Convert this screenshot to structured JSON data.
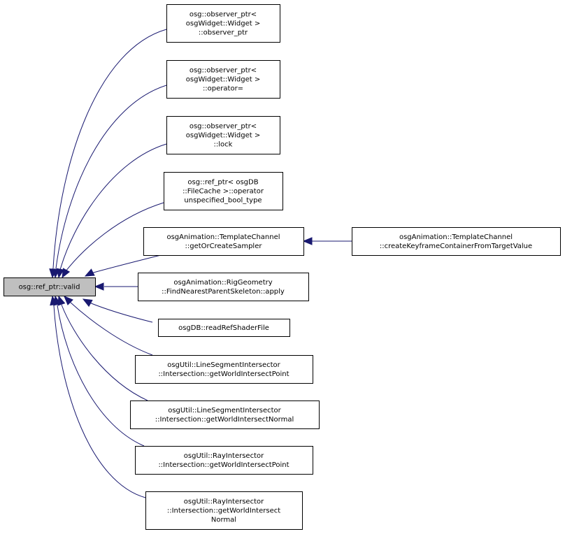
{
  "diagram": {
    "type": "caller-graph",
    "colors": {
      "edge": "#191970",
      "focus_fill": "#bfbfbf",
      "node_fill": "#ffffff",
      "border": "#000000"
    },
    "nodes": [
      {
        "id": "valid",
        "lines": [
          "osg::ref_ptr::valid"
        ],
        "focus": true
      },
      {
        "id": "obs_ctor",
        "lines": [
          "osg::observer_ptr<",
          "osgWidget::Widget >",
          "::observer_ptr"
        ]
      },
      {
        "id": "obs_assign",
        "lines": [
          "osg::observer_ptr<",
          "osgWidget::Widget >",
          "::operator="
        ]
      },
      {
        "id": "obs_lock",
        "lines": [
          "osg::observer_ptr<",
          "osgWidget::Widget >",
          "::lock"
        ]
      },
      {
        "id": "refptr_bool",
        "lines": [
          "osg::ref_ptr< osgDB",
          "::FileCache >::operator",
          "unspecified_bool_type"
        ]
      },
      {
        "id": "get_sampler",
        "lines": [
          "osgAnimation::TemplateChannel",
          "::getOrCreateSampler"
        ]
      },
      {
        "id": "create_kf",
        "lines": [
          "osgAnimation::TemplateChannel",
          "::createKeyframeContainerFromTargetValue"
        ]
      },
      {
        "id": "rig_apply",
        "lines": [
          "osgAnimation::RigGeometry",
          "::FindNearestParentSkeleton::apply"
        ]
      },
      {
        "id": "read_shader",
        "lines": [
          "osgDB::readRefShaderFile"
        ]
      },
      {
        "id": "lsi_point",
        "lines": [
          "osgUtil::LineSegmentIntersector",
          "::Intersection::getWorldIntersectPoint"
        ]
      },
      {
        "id": "lsi_normal",
        "lines": [
          "osgUtil::LineSegmentIntersector",
          "::Intersection::getWorldIntersectNormal"
        ]
      },
      {
        "id": "ri_point",
        "lines": [
          "osgUtil::RayIntersector",
          "::Intersection::getWorldIntersectPoint"
        ]
      },
      {
        "id": "ri_normal",
        "lines": [
          "osgUtil::RayIntersector",
          "::Intersection::getWorldIntersect",
          "Normal"
        ]
      }
    ],
    "edges": [
      {
        "from": "obs_ctor",
        "to": "valid"
      },
      {
        "from": "obs_assign",
        "to": "valid"
      },
      {
        "from": "obs_lock",
        "to": "valid"
      },
      {
        "from": "refptr_bool",
        "to": "valid"
      },
      {
        "from": "get_sampler",
        "to": "valid"
      },
      {
        "from": "create_kf",
        "to": "get_sampler"
      },
      {
        "from": "rig_apply",
        "to": "valid"
      },
      {
        "from": "read_shader",
        "to": "valid"
      },
      {
        "from": "lsi_point",
        "to": "valid"
      },
      {
        "from": "lsi_normal",
        "to": "valid"
      },
      {
        "from": "ri_point",
        "to": "valid"
      },
      {
        "from": "ri_normal",
        "to": "valid"
      }
    ]
  }
}
